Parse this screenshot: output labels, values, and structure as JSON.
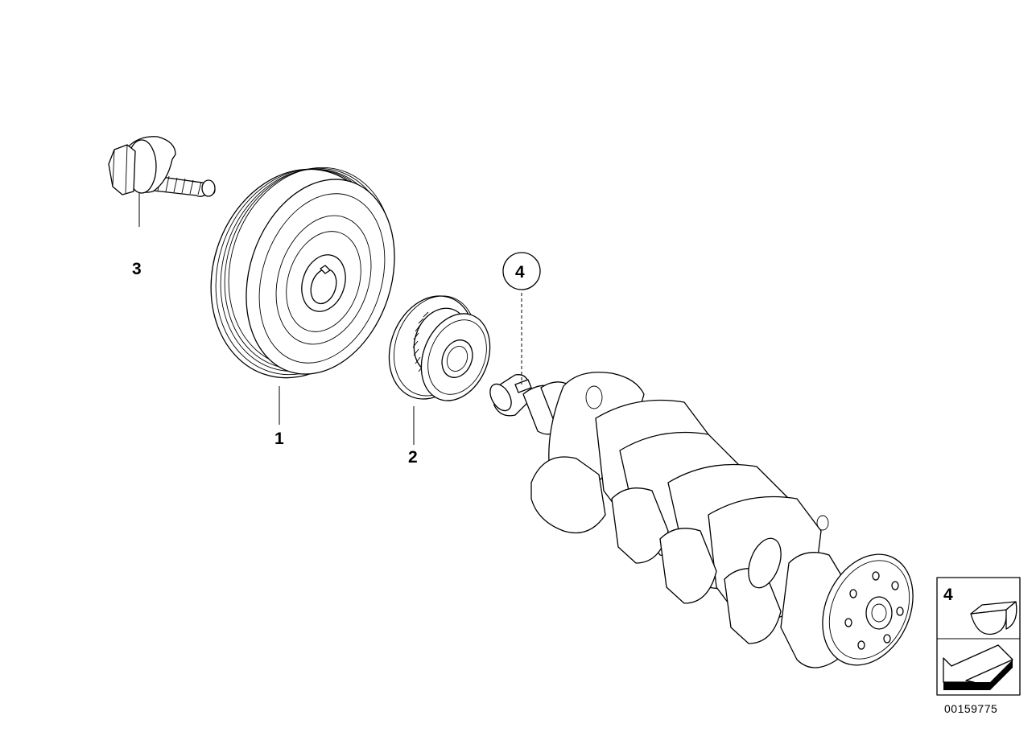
{
  "callouts": {
    "bolt": "3",
    "pulley": "1",
    "sprocket": "2",
    "key": "4",
    "legend_key": "4"
  },
  "document_number": "00159775",
  "icons": {
    "legend_key": "woodruff-key-icon",
    "legend_arrow": "direction-arrow-icon"
  }
}
